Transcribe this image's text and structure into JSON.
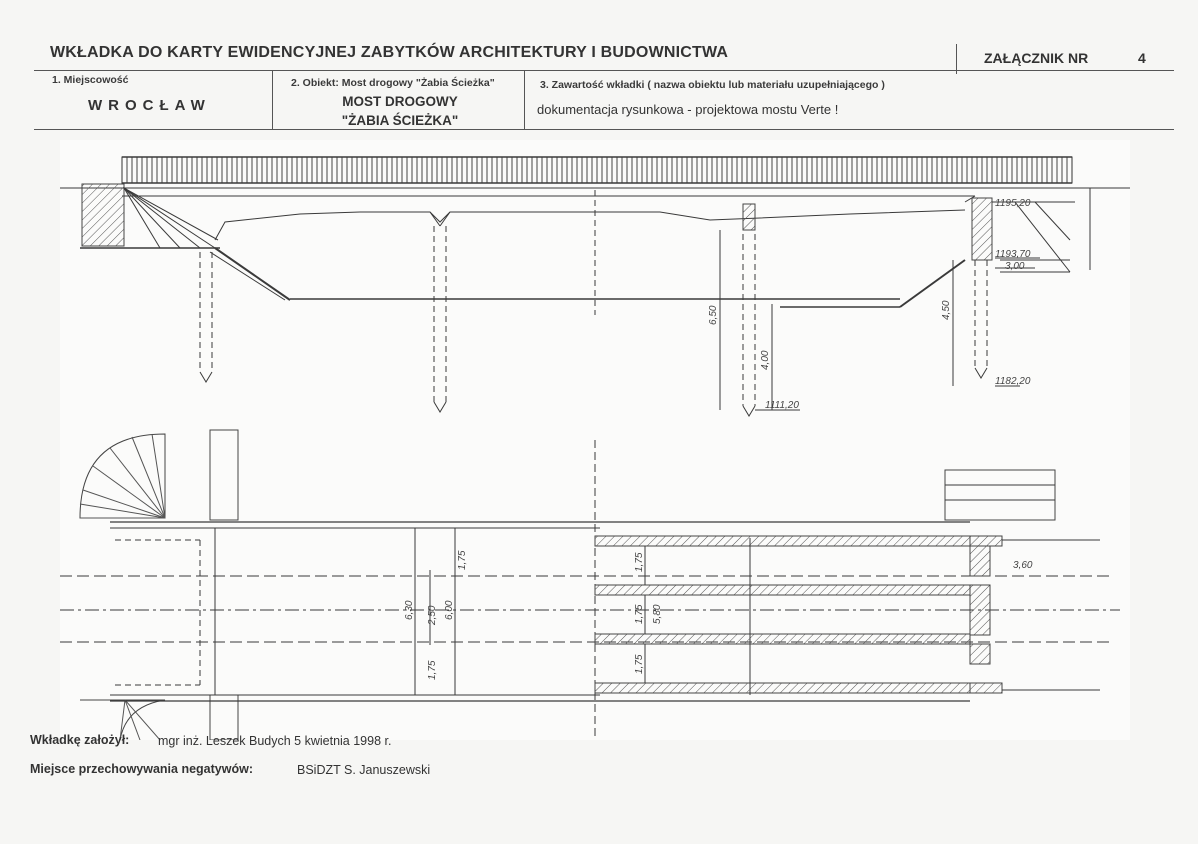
{
  "header": {
    "title": "WKŁADKA DO KARTY EWIDENCYJNEJ ZABYTKÓW ARCHITEKTURY I BUDOWNICTWA",
    "annex_label": "ZAŁĄCZNIK NR",
    "annex_number": "4"
  },
  "fields": {
    "locality_label": "1. Miejscowość",
    "locality_value": "WROCŁAW",
    "object_label": "2. Obiekt: Most drogowy \"Żabia Ścieżka\"",
    "object_value_line1": "MOST DROGOWY",
    "object_value_line2": "\"ŻABIA ŚCIEŻKA\"",
    "content_label": "3. Zawartość wkładki ( nazwa obiektu lub materiału uzupełniającego )",
    "content_value": "dokumentacja rysunkowa - projektowa mostu   Verte !"
  },
  "drawing": {
    "dims": {
      "d1": "1195,20",
      "d2": "1193,70",
      "d3": "3,00",
      "d4": "6,50",
      "d5": "4,00",
      "d6": "4,50",
      "d7": "1182,20",
      "d8": "1111,20",
      "d9": "1,75",
      "d10": "6,30",
      "d11": "2,50",
      "d12": "6,00",
      "d13": "1,75",
      "d14": "1,75",
      "d15": "1,75",
      "d16": "5,80",
      "d17": "1,75",
      "d18": "3,60"
    }
  },
  "footer": {
    "founder_label": "Wkładkę założył:",
    "founder_value": "mgr inż. Leszek Budych  5 kwietnia 1998 r.",
    "negatives_label": "Miejsce przechowywania negatywów:",
    "negatives_value": "BSiDZT S. Januszewski"
  }
}
